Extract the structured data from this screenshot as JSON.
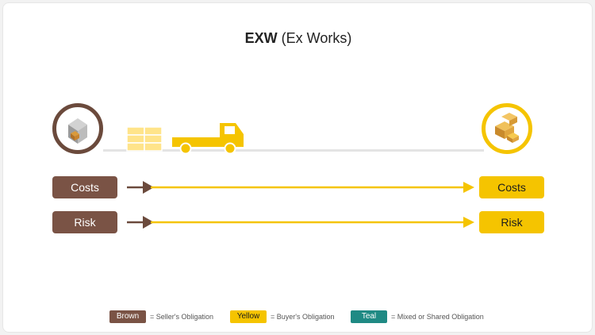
{
  "title": {
    "bold": "EXW",
    "rest": "(Ex Works)"
  },
  "rows": [
    {
      "seller_label": "Costs",
      "buyer_label": "Costs"
    },
    {
      "seller_label": "Risk",
      "buyer_label": "Risk"
    }
  ],
  "legend": [
    {
      "swatch": "Brown",
      "text": "= Seller's Obligation",
      "color": "#7a5345",
      "text_color": "#ffffff"
    },
    {
      "swatch": "Yellow",
      "text": "= Buyer's Obligation",
      "color": "#f5c400",
      "text_color": "#1d1d1d"
    },
    {
      "swatch": "Teal",
      "text": "= Mixed or Shared Obligation",
      "color": "#1f8a84",
      "text_color": "#ffffff"
    }
  ],
  "colors": {
    "seller": "#7a5345",
    "buyer": "#f5c400",
    "shared": "#1f8a84",
    "road": "#e4e4e4"
  },
  "icons": [
    "warehouse-icon",
    "pallet-boxes-icon",
    "truck-icon",
    "open-box-icon",
    "arrow-right-icon"
  ]
}
